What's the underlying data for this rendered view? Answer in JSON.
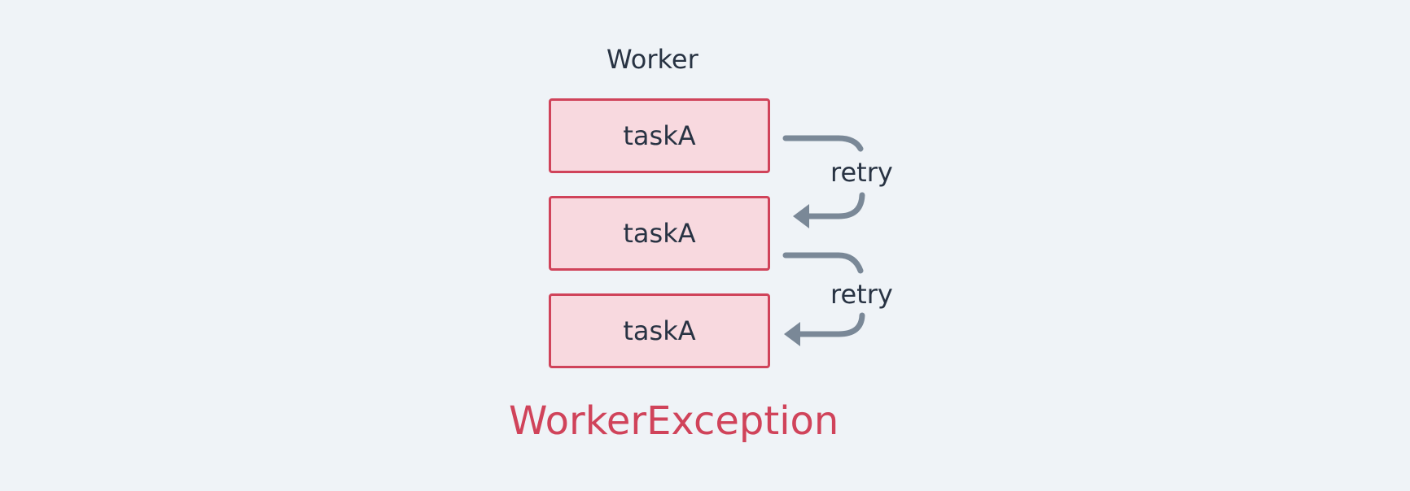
{
  "diagram": {
    "column_title": "Worker",
    "tasks": [
      {
        "label": "taskA"
      },
      {
        "label": "taskA"
      },
      {
        "label": "taskA"
      }
    ],
    "retries": [
      {
        "label": "retry"
      },
      {
        "label": "retry"
      }
    ],
    "exception_label": "WorkerException"
  },
  "colors": {
    "background": "#eff3f7",
    "box_fill": "#f8d9df",
    "box_border": "#d0435a",
    "text": "#283343",
    "arrow": "#7a8897",
    "exception": "#d0435a"
  }
}
